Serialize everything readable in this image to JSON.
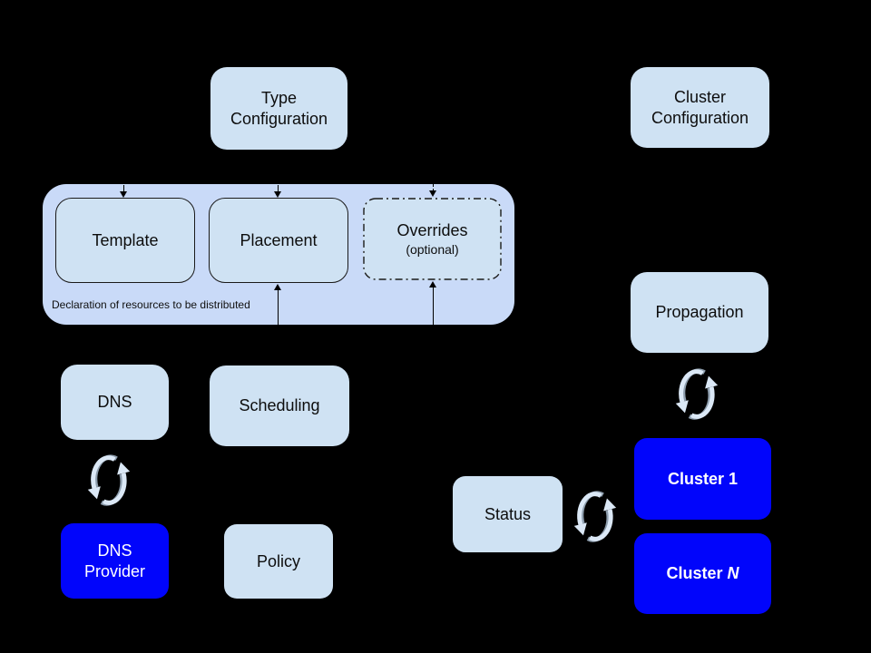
{
  "diagram": {
    "kind": "federation-architecture-diagram",
    "background": "#000000"
  },
  "colors": {
    "node_fill": "#cfe2f3",
    "group_fill": "#c9daf8",
    "highlight_fill": "#0105fb",
    "node_text": "#0d0d0d",
    "highlight_text": "#ffffff",
    "connector": "#000000",
    "sync_icon_light": "#dbe8f6",
    "sync_icon_shadow": "#8d9dad"
  },
  "icons": {
    "sync_icon": "circular-refresh-arrows"
  },
  "nodes": {
    "type_configuration": {
      "label": "Type Configuration"
    },
    "cluster_configuration": {
      "label": "Cluster Configuration"
    },
    "template": {
      "label": "Template"
    },
    "placement": {
      "label": "Placement"
    },
    "overrides": {
      "label": "Overrides",
      "sublabel": "(optional)"
    },
    "dns": {
      "label": "DNS"
    },
    "scheduling": {
      "label": "Scheduling"
    },
    "dns_provider": {
      "label": "DNS Provider"
    },
    "policy": {
      "label": "Policy"
    },
    "propagation": {
      "label": "Propagation"
    },
    "status": {
      "label": "Status"
    },
    "cluster_1": {
      "prefix": "Cluster",
      "number": "1"
    },
    "cluster_n": {
      "prefix": "Cluster",
      "number": "N"
    }
  },
  "group": {
    "caption": "Declaration of resources to be distributed"
  }
}
